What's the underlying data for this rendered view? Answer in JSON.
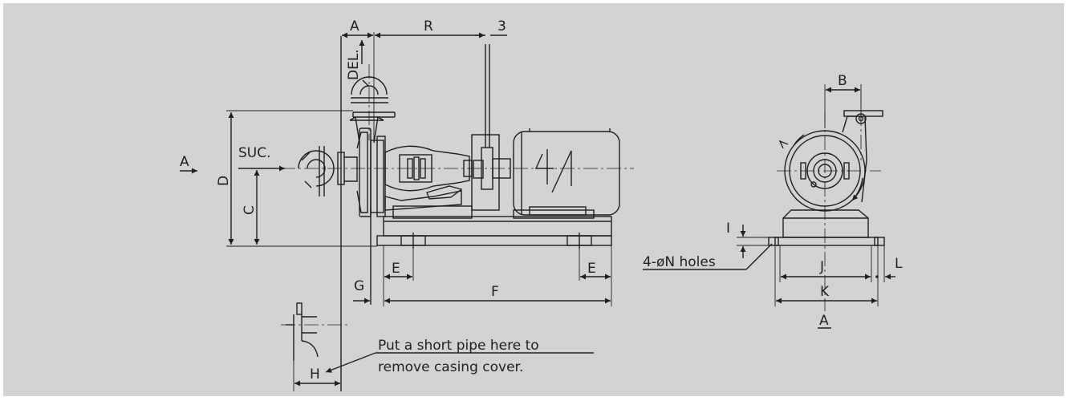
{
  "colors": {
    "background": "#d1d3d4",
    "ink": "#231f20",
    "frame": "#ffffff"
  },
  "dimensions": {
    "a_top": "A",
    "r": "R",
    "three": "3",
    "b": "B",
    "d": "D",
    "c": "C",
    "e_left": "E",
    "e_right": "E",
    "f": "F",
    "g": "G",
    "h": "H",
    "j": "J",
    "k": "K",
    "l": "L",
    "i": "I"
  },
  "labels": {
    "delivery": "DEL.",
    "suction": "SUC.",
    "view_arrow": "A",
    "view_name": "A",
    "holes": "4-øN holes",
    "note_line1": "Put a short pipe here to",
    "note_line2": "remove casing cover."
  }
}
